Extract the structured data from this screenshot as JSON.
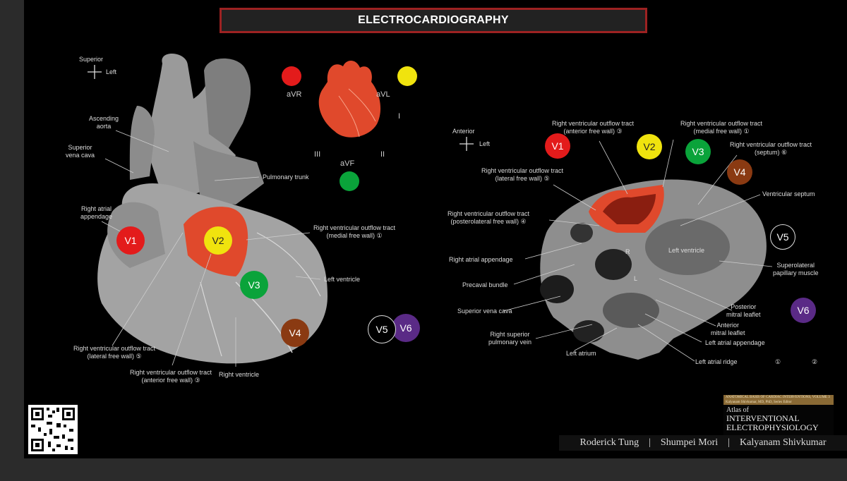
{
  "title": "ELECTROCARDIOGRAPHY",
  "left_panel": {
    "orientation": {
      "primary": "Superior",
      "secondary": "Left"
    },
    "labels": {
      "ascending_aorta": "Ascending\naorta",
      "superior_vena_cava": "Superior\nvena cava",
      "pulmonary_trunk": "Pulmonary trunk",
      "right_atrial_appendage": "Right atrial\nappendage",
      "rvot_medial": "Right ventricular outflow tract\n(medial free wall) ①",
      "left_ventricle": "Left ventricle",
      "rvot_lateral": "Right ventricular outflow tract\n(lateral free wall) ⑤",
      "rvot_anterior": "Right ventricular outflow tract\n(anterior free wall) ③",
      "right_ventricle": "Right ventricle"
    },
    "leads": {
      "v1": "V1",
      "v2": "V2",
      "v3": "V3",
      "v4": "V4",
      "v5": "V5",
      "v6": "V6"
    }
  },
  "limb_leads": {
    "avr": "aVR",
    "avl": "aVL",
    "avf": "aVF",
    "i": "I",
    "ii": "II",
    "iii": "III"
  },
  "right_panel": {
    "orientation": {
      "primary": "Anterior",
      "secondary": "Left"
    },
    "labels": {
      "rvot_anterior": "Right ventricular outflow tract\n(anterior free wall) ③",
      "rvot_medial": "Right ventricular outflow tract\n(medial free wall) ①",
      "rvot_septum": "Right ventricular outflow tract\n(septum) ⑥",
      "rvot_lateral": "Right ventricular outflow tract\n(lateral free wall) ⑤",
      "ventricular_septum": "Ventricular septum",
      "rvot_posterolateral": "Right ventricular outflow tract\n(posterolateral free wall) ④",
      "left_ventricle": "Left ventricle",
      "right_atrial_appendage": "Right atrial appendage",
      "superolateral_papillary": "Superolateral\npapillary muscle",
      "precaval_bundle": "Precaval bundle",
      "superior_vena_cava": "Superior vena cava",
      "posterior_mitral": "Posterior\nmitral leaflet",
      "anterior_mitral": "Anterior\nmitral leaflet",
      "right_superior_pv": "Right superior\npulmonary vein",
      "left_atrial_appendage": "Left atrial appendage",
      "left_atrium": "Left atrium",
      "left_atrial_ridge": "Left atrial ridge",
      "marker_r": "R",
      "marker_l": "L",
      "num_1": "①",
      "num_2": "②"
    },
    "leads": {
      "v1": "V1",
      "v2": "V2",
      "v3": "V3",
      "v4": "V4",
      "v5": "V5",
      "v6": "V6"
    }
  },
  "book": {
    "band": "ANATOMICAL BASIS OF CARDIAC INTERVENTIONS, VOLUME 3\nKalyanam Shivkumar, MD, PhD, Series Editor",
    "line1": "Atlas of",
    "line2": "INTERVENTIONAL\nELECTROPHYSIOLOGY"
  },
  "credits": {
    "a1": "Roderick Tung",
    "sep": "|",
    "a2": "Shumpei Mori",
    "a3": "Kalyanam Shivkumar"
  },
  "colors": {
    "lead_red": "#e31b1b",
    "lead_yellow": "#f0e30e",
    "lead_green": "#0aa33a",
    "lead_brown": "#8a3a12",
    "lead_purple": "#5a2a86",
    "rvot": "#e0492c",
    "title_border": "#9d2222"
  }
}
